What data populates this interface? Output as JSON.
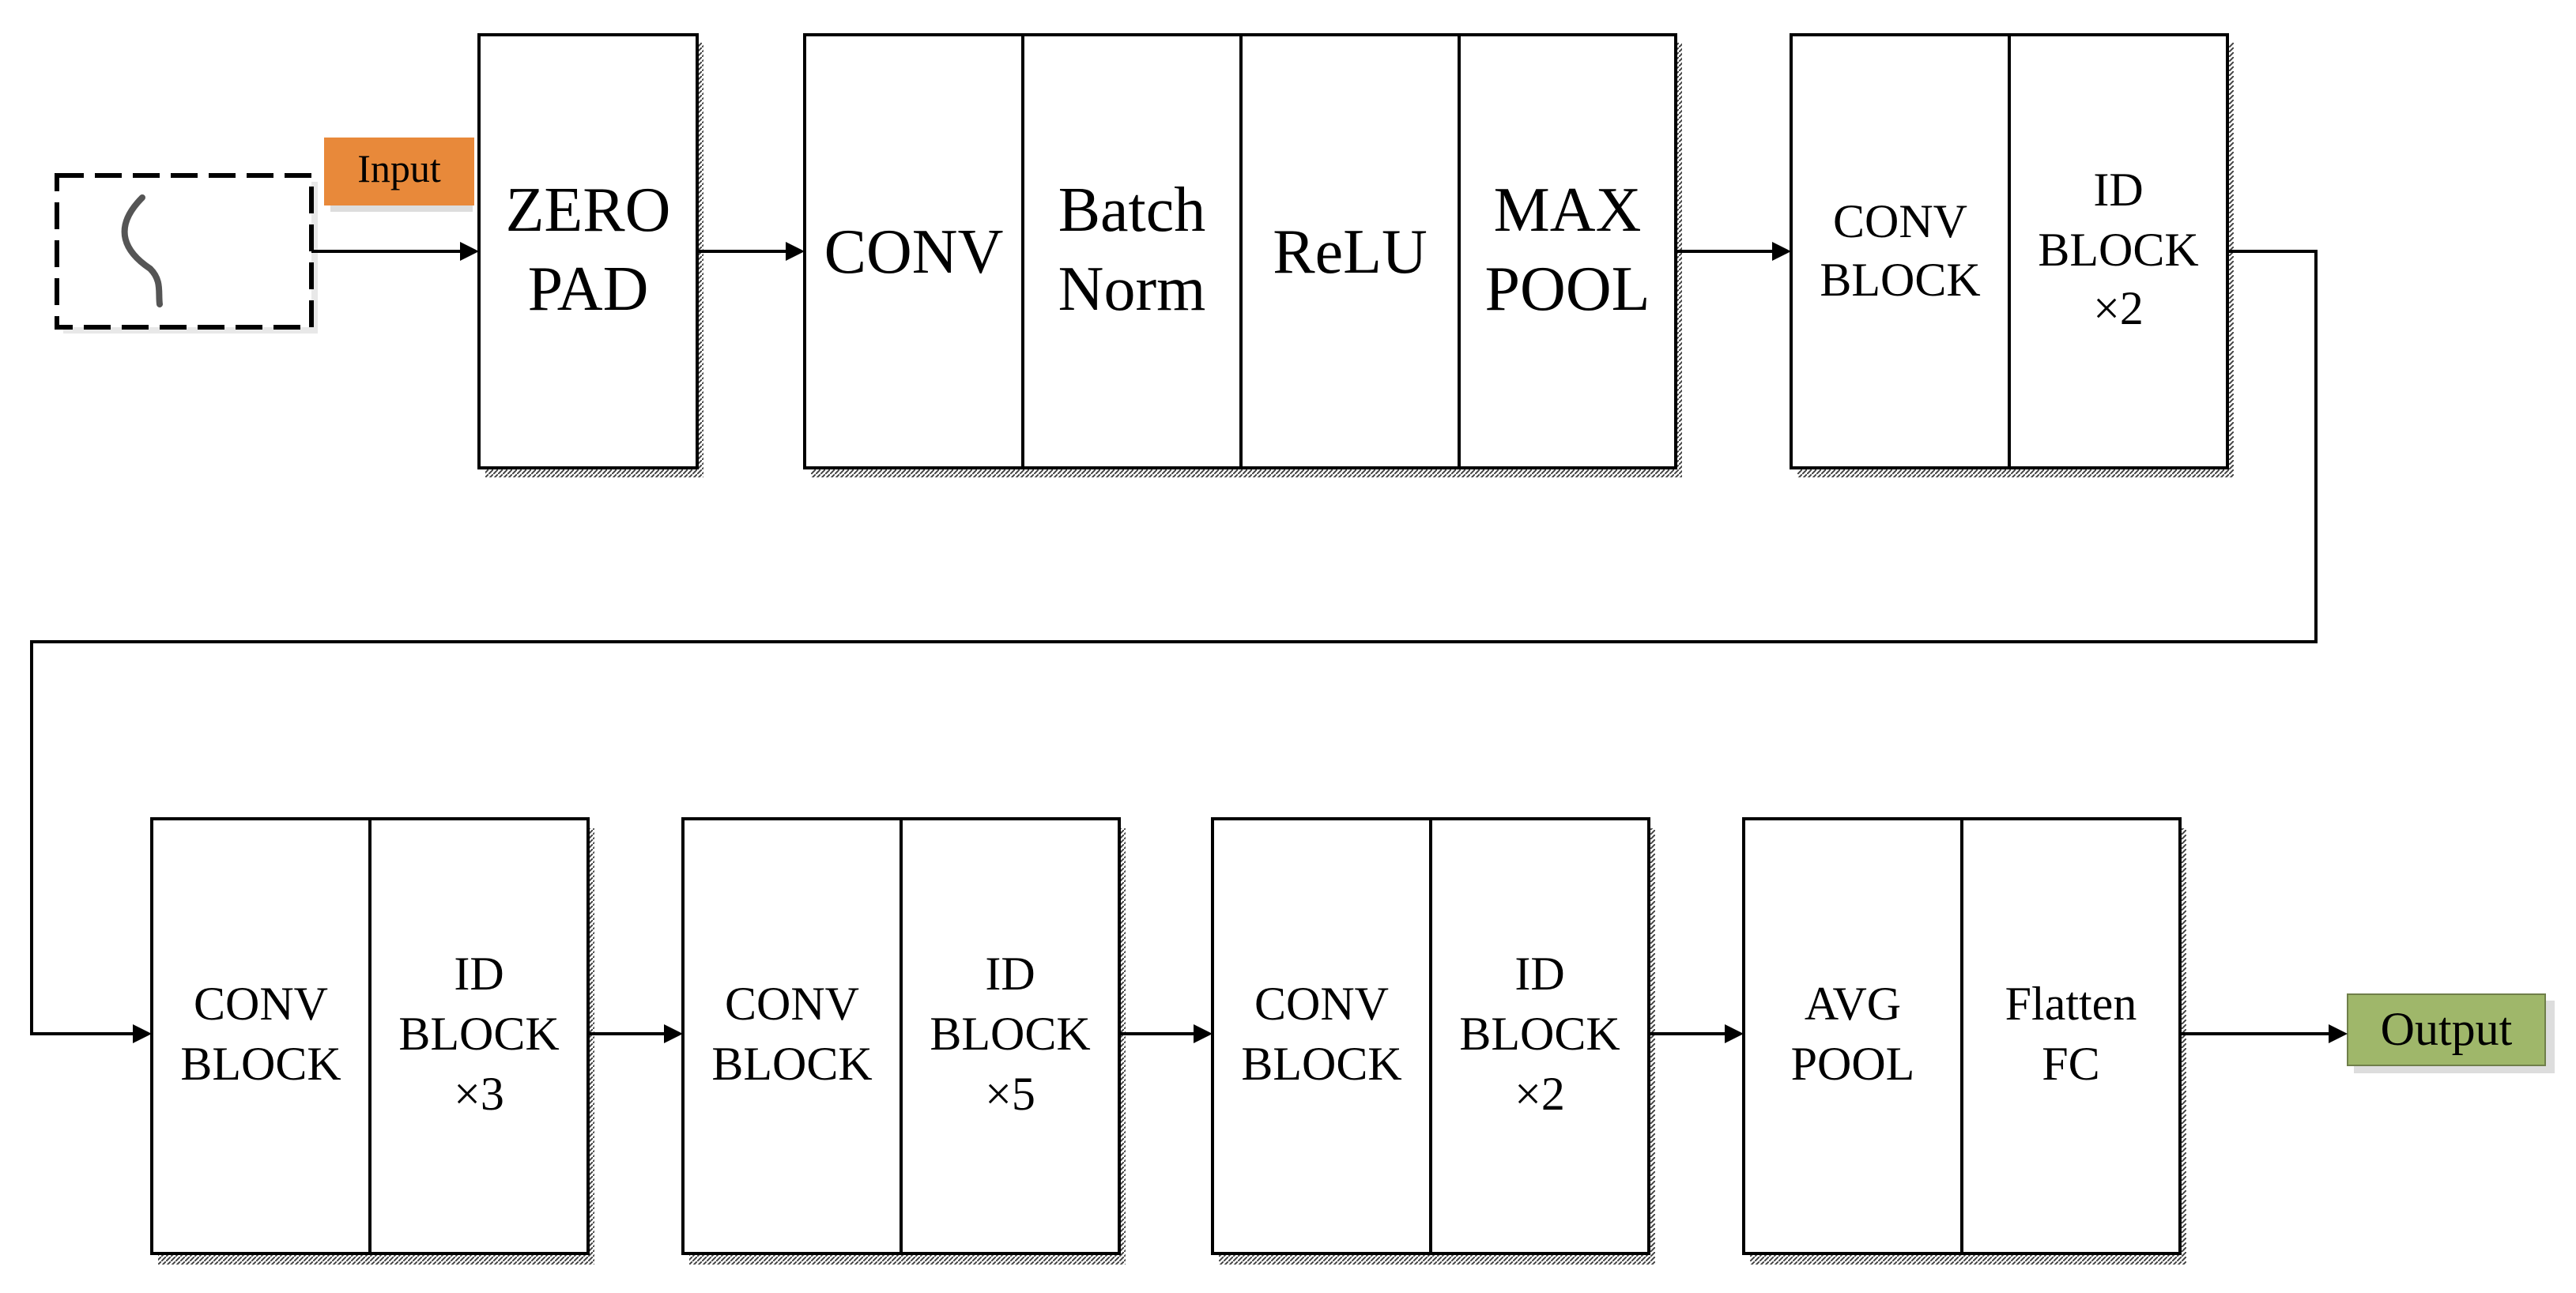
{
  "colors": {
    "input_tag": "#e8893a",
    "output_tag": "#9fb76a",
    "stroke": "#000000",
    "signal_curve": "#555555"
  },
  "input": {
    "label": "Input",
    "icon": "signal-waveform-icon"
  },
  "output": {
    "label": "Output"
  },
  "row1": {
    "zero_pad": {
      "line1": "ZERO",
      "line2": "PAD"
    },
    "stem": {
      "conv": "CONV",
      "batch_norm": {
        "line1": "Batch",
        "line2": "Norm"
      },
      "relu": "ReLU",
      "max_pool": {
        "line1": "MAX",
        "line2": "POOL"
      }
    },
    "stage1": {
      "conv_block": {
        "line1": "CONV",
        "line2": "BLOCK"
      },
      "id_block": {
        "line1": "ID",
        "line2": "BLOCK",
        "line3": "×2"
      }
    }
  },
  "row2": {
    "stage2": {
      "conv_block": {
        "line1": "CONV",
        "line2": "BLOCK"
      },
      "id_block": {
        "line1": "ID",
        "line2": "BLOCK",
        "line3": "×3"
      }
    },
    "stage3": {
      "conv_block": {
        "line1": "CONV",
        "line2": "BLOCK"
      },
      "id_block": {
        "line1": "ID",
        "line2": "BLOCK",
        "line3": "×5"
      }
    },
    "stage4": {
      "conv_block": {
        "line1": "CONV",
        "line2": "BLOCK"
      },
      "id_block": {
        "line1": "ID",
        "line2": "BLOCK",
        "line3": "×2"
      }
    },
    "head": {
      "avg_pool": {
        "line1": "AVG",
        "line2": "POOL"
      },
      "flatten_fc": {
        "line1": "Flatten",
        "line2": "FC"
      }
    }
  }
}
